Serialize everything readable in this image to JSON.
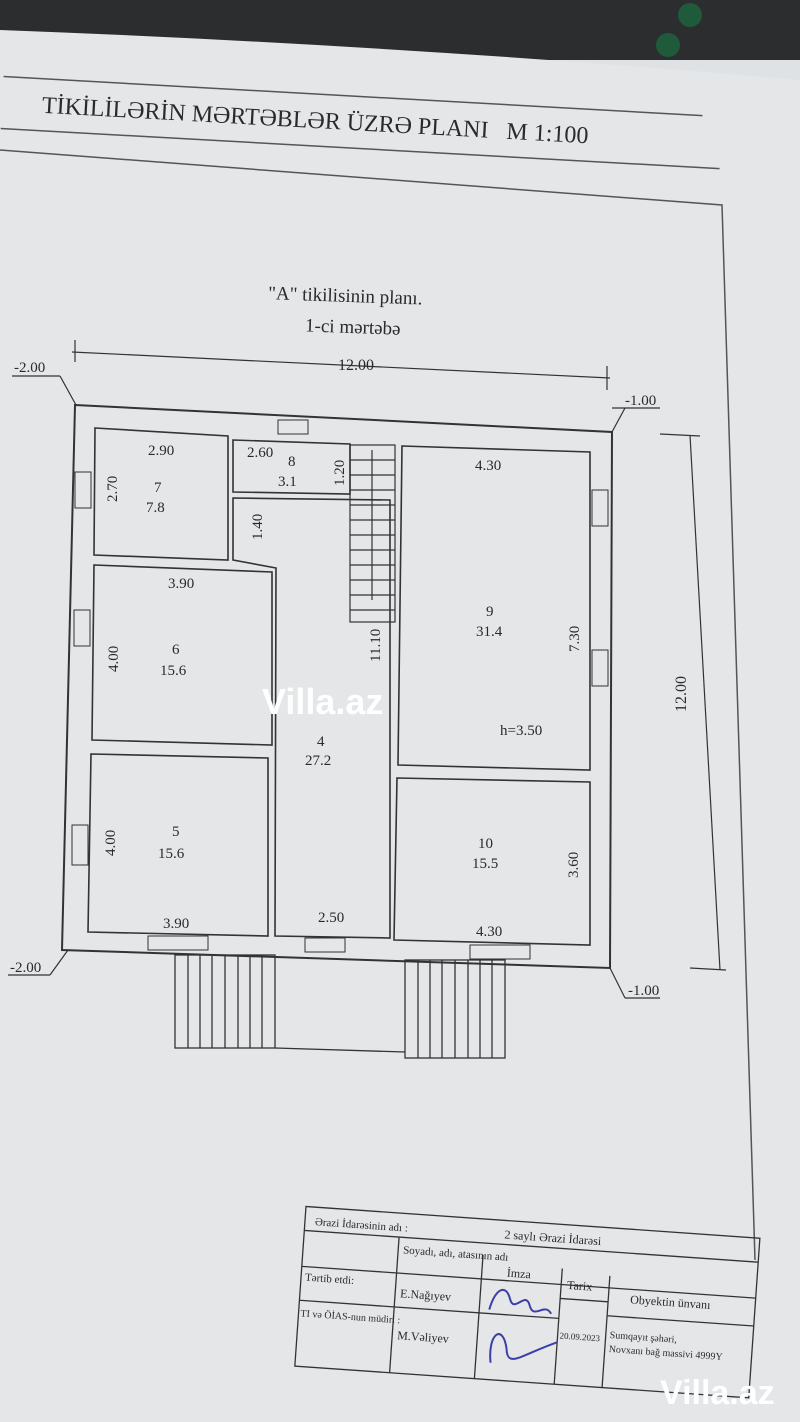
{
  "header": {
    "title": "TİKİLİLƏRİN MƏRTƏBLƏR ÜZRƏ PLANI",
    "scale": "M 1:100",
    "subtitle": "\"A\" tikilisinin planı.",
    "floor": "1-ci mərtəbə"
  },
  "plan": {
    "overall_width": "12.00",
    "overall_depth": "12.00",
    "levels": {
      "top_left": "-2.00",
      "top_right": "-1.00",
      "bottom_left": "-2.00",
      "bottom_right": "-1.00"
    },
    "ceiling_height": "h=3.50",
    "corridor_length": "11.10",
    "hall_dim": "1.40",
    "rooms": [
      {
        "number": "7",
        "area": "7.8",
        "width": "2.90",
        "depth": "2.70"
      },
      {
        "number": "8",
        "area": "3.1",
        "width": "2.60",
        "depth": "1.20"
      },
      {
        "number": "6",
        "area": "15.6",
        "width": "3.90",
        "depth": "4.00"
      },
      {
        "number": "5",
        "area": "15.6",
        "width": "3.90",
        "depth": "4.00"
      },
      {
        "number": "4",
        "area": "27.2",
        "width": "2.50"
      },
      {
        "number": "9",
        "area": "31.4",
        "width": "4.30",
        "depth": "7.30"
      },
      {
        "number": "10",
        "area": "15.5",
        "width": "4.30",
        "depth": "3.60"
      }
    ]
  },
  "title_block": {
    "office_label": "Ərazi İdarəsinin adı :",
    "office_value": "2 saylı  Ərazi  İdarəsi",
    "col_name": "Soyadı, adı, atasının adı",
    "col_signature": "İmza",
    "col_date": "Tarix",
    "col_address": "Obyektin ünvanı",
    "row1_role": "Tərtib  etdi:",
    "row1_name": "E.Nağıyev",
    "row2_role": "TI və ÖİAS-nun müdiri :",
    "row2_name": "M.Vəliyev",
    "date": "20.09.2023",
    "address_line1": "Sumqayıt şəhəri,",
    "address_line2": "Novxanı bağ massivi 4999Y"
  },
  "watermark": "Villa.az"
}
